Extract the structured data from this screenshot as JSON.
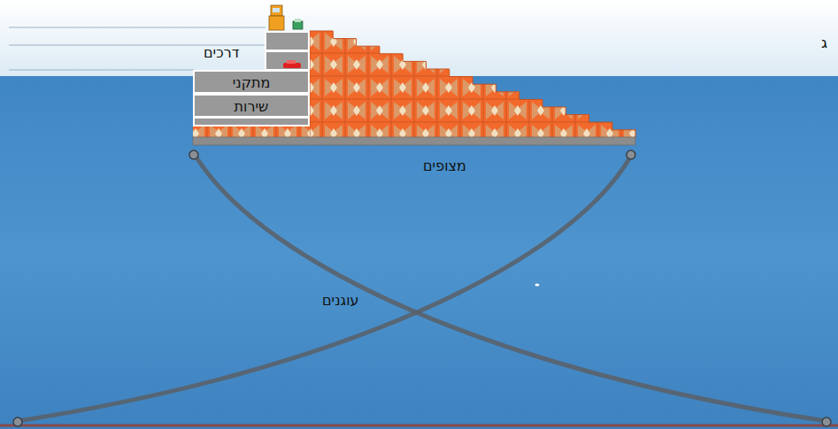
{
  "diagram": {
    "nodes": [
      {
        "text": [
          "דרכים"
        ]
      },
      {
        "text": [
          "מתקני שירות"
        ]
      }
    ],
    "labels": [
      "ג",
      "מצופים",
      "עוגנים"
    ]
  }
}
